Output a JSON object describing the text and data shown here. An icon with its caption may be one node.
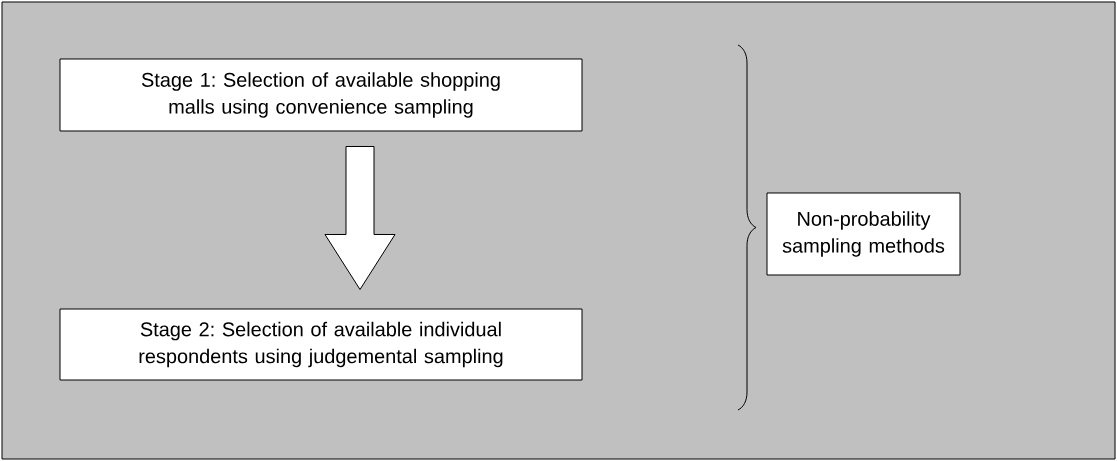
{
  "diagram": {
    "nodes": [
      {
        "text": [
          "Stage 1: Selection of available shopping malls using convenience sampling"
        ]
      },
      {
        "text": [
          "Stage 2: Selection of available individual respondents using judgemental sampling"
        ]
      },
      {
        "text": [
          "Non-probability sampling methods"
        ]
      }
    ],
    "edges": [
      {
        "from": 0,
        "to": 1,
        "arrow": "to"
      }
    ]
  }
}
